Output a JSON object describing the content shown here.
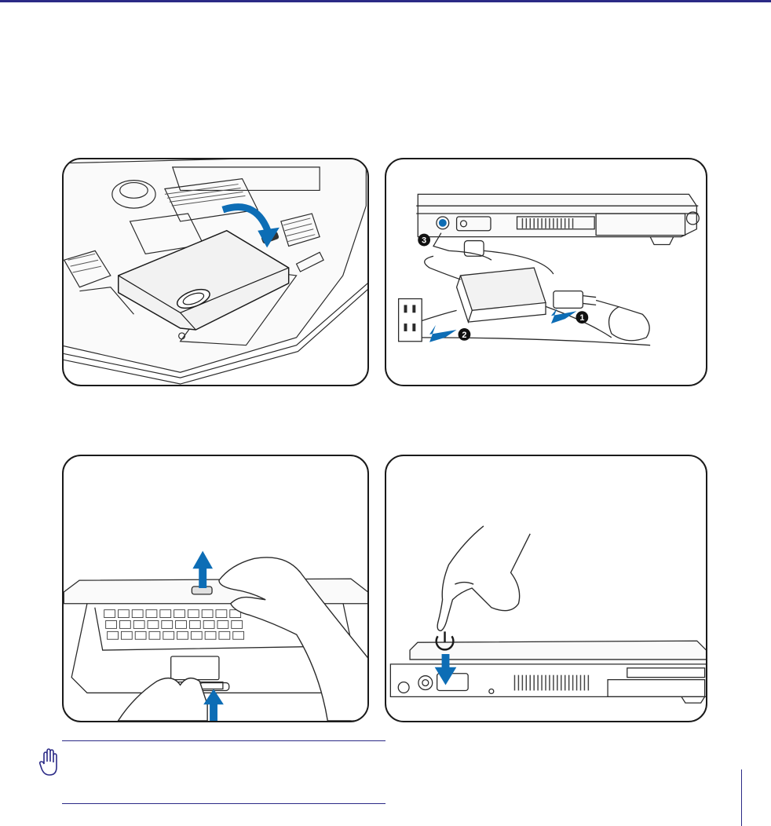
{
  "colors": {
    "accent": "#2b2a86",
    "arrow": "#0d6db5",
    "line": "#2a2a2a"
  },
  "figures": [
    {
      "name": "battery-install",
      "icons": [
        "laptop-underside",
        "battery-pack",
        "curved-arrow-icon"
      ]
    },
    {
      "name": "adapter-connect",
      "icons": [
        "laptop-side",
        "power-adapter",
        "wall-outlet",
        "arrow-icon"
      ],
      "callouts": [
        "1",
        "2",
        "3"
      ]
    },
    {
      "name": "open-panel",
      "icons": [
        "laptop-front",
        "hands",
        "arrow-up-icon"
      ]
    },
    {
      "name": "power-on",
      "icons": [
        "laptop-front",
        "finger",
        "power-icon",
        "arrow-down-icon"
      ]
    }
  ],
  "note": {
    "icon": "hand-warning-icon"
  }
}
